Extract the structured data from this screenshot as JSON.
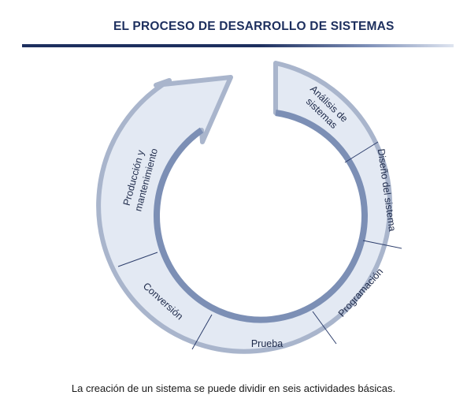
{
  "title": "EL PROCESO DE DESARROLLO DE SISTEMAS",
  "caption": "La creación de un sistema se puede dividir en seis actividades básicas.",
  "colors": {
    "ring_fill": "#e3e9f3",
    "ring_outline": "#a9b5cc",
    "inner_band": "#7c8fb5",
    "divider": "#2c3d6b",
    "title": "#1d2f5e"
  },
  "steps": [
    {
      "id": "analisis",
      "lines": [
        "Análisis de",
        "sistemas"
      ]
    },
    {
      "id": "diseno",
      "lines": [
        "Diseño del sistema"
      ]
    },
    {
      "id": "programacion",
      "lines": [
        "Programación"
      ]
    },
    {
      "id": "prueba",
      "lines": [
        "Prueba"
      ]
    },
    {
      "id": "conversion",
      "lines": [
        "Conversión"
      ]
    },
    {
      "id": "produccion",
      "lines": [
        "Producción y",
        "mantenimiento"
      ]
    }
  ]
}
